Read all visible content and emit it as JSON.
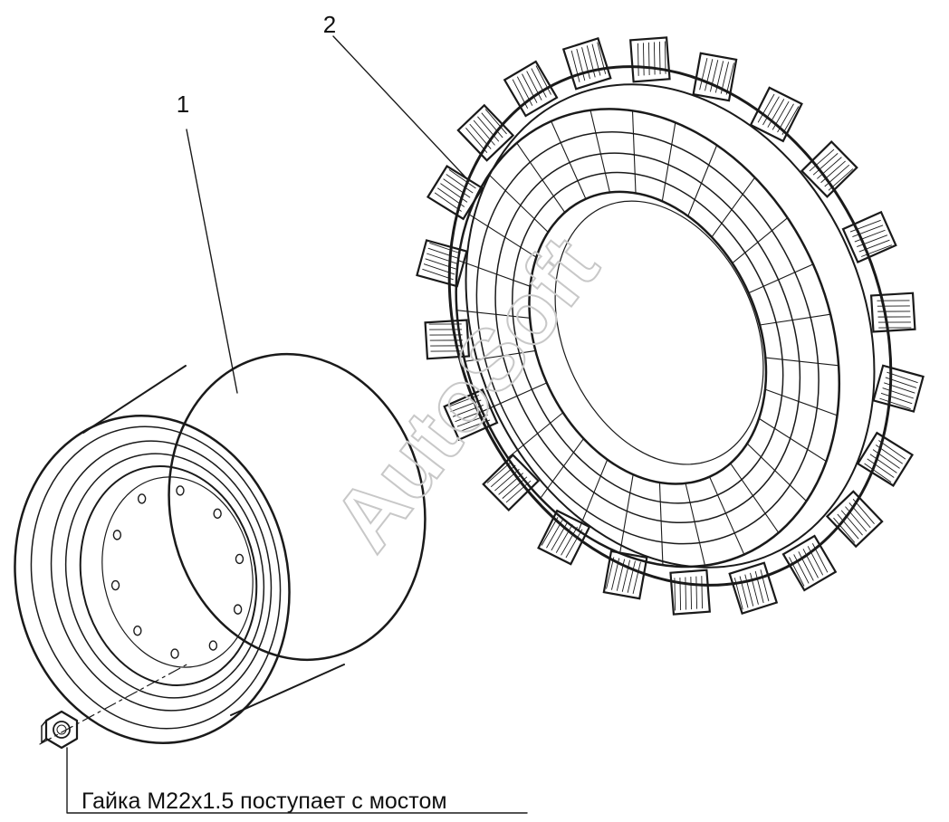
{
  "callouts": {
    "rim": "1",
    "tire": "2"
  },
  "note": "Гайка М22х1.5 поступает с мостом",
  "watermark": "AutoSoft",
  "colors": {
    "ink": "#1a1a1a",
    "paper": "#ffffff",
    "watermark": "#c8c8c8"
  },
  "icons": {
    "nut": "hex-nut-icon",
    "rim": "wheel-rim-icon",
    "tire": "tractor-tire-icon"
  }
}
